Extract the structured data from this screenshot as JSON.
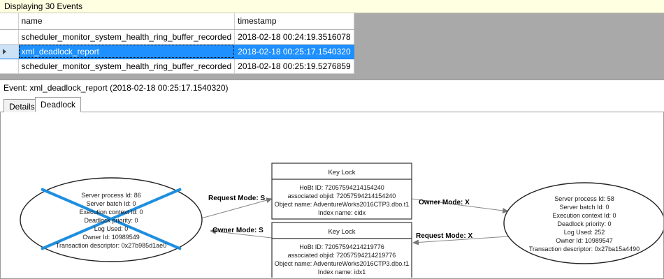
{
  "status_strip": {
    "text": "Displaying 30 Events"
  },
  "grid": {
    "columns": [
      "",
      "name",
      "timestamp"
    ],
    "rows": [
      {
        "selector": "",
        "name": "scheduler_monitor_system_health_ring_buffer_recorded",
        "timestamp": "2018-02-18 00:24:19.3516078",
        "selected": false
      },
      {
        "selector": "▶",
        "name": "xml_deadlock_report",
        "timestamp": "2018-02-18 00:25:17.1540320",
        "selected": true
      },
      {
        "selector": "",
        "name": "scheduler_monitor_system_health_ring_buffer_recorded",
        "timestamp": "2018-02-18 00:25:19.5276859",
        "selected": false
      }
    ]
  },
  "event_caption": {
    "text": "Event: xml_deadlock_report (2018-02-18 00:25:17.1540320)"
  },
  "tabs": [
    {
      "label": "Details",
      "active": false
    },
    {
      "label": "Deadlock",
      "active": true
    }
  ],
  "colors": {
    "selection_blue": "#1e90ff",
    "victim_cross": "#1e8fe0",
    "status_bar": "#ffffe1",
    "grid_backdrop": "#a9a9a9"
  },
  "deadlock_graph": {
    "process_left": {
      "role": "victim",
      "lines": [
        "Server process Id: 86",
        "Server batch Id: 0",
        "Execution context Id: 0",
        "Deadlock priority: 0",
        "Log Used: 0",
        "Owner Id: 10989549",
        "Transaction descriptor: 0x27b985d1ae0"
      ]
    },
    "process_right": {
      "role": "survivor",
      "lines": [
        "Server process Id: 58",
        "Server batch Id: 0",
        "Execution context Id: 0",
        "Deadlock priority: 0",
        "Log Used: 252",
        "Owner Id: 10989547",
        "Transaction descriptor: 0x27ba15a4490"
      ]
    },
    "resource_top": {
      "title": "Key Lock",
      "lines": [
        "HoBt ID: 72057594214154240",
        "associated objid: 72057594214154240",
        "Object name: AdventureWorks2016CTP3.dbo.t1",
        "Index name: cidx"
      ]
    },
    "resource_bottom": {
      "title": "Key Lock",
      "lines": [
        "HoBt ID: 72057594214219776",
        "associated objid: 72057594214219776",
        "Object name: AdventureWorks2016CTP3.dbo.t1",
        "Index name: idx1"
      ]
    },
    "edges": [
      {
        "id": "left-request-top",
        "label": "Request Mode: S"
      },
      {
        "id": "top-owner-right",
        "label": "Owner Mode: X"
      },
      {
        "id": "bottom-owner-left",
        "label": "Owner Mode: S"
      },
      {
        "id": "right-request-bottom",
        "label": "Request Mode: X"
      }
    ]
  }
}
